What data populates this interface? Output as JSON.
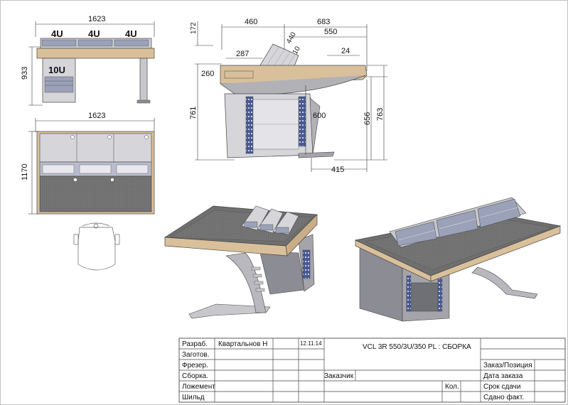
{
  "front_view": {
    "width_label": "1623",
    "height_label": "933",
    "module_labels": [
      "4U",
      "4U",
      "4U"
    ],
    "pedestal_label": "10U"
  },
  "top_view": {
    "width_label": "1623",
    "depth_label": "1170"
  },
  "side_view": {
    "dims": {
      "d460": "460",
      "d683": "683",
      "d172": "172",
      "d440": "440",
      "d550": "550",
      "d310": "310",
      "d287": "287",
      "d24": "24",
      "d260": "260",
      "d761": "761",
      "d600": "600",
      "d656": "656",
      "d763": "763",
      "d415": "415"
    }
  },
  "title_block": {
    "left_labels": [
      "Разраб.",
      "Заготов.",
      "Фрезер.",
      "Сборка.",
      "Ложемент",
      "Шильд"
    ],
    "developer": "Квартальнов Н",
    "date": "12.11.14",
    "title": "VCL 3R 550/3U/350 PL : СБОРКА",
    "customer_label": "Заказчик",
    "qty_label": "Кол.",
    "right_labels": [
      "Заказ/Позиция",
      "Дата заказа",
      "Срок сдачи",
      "Сдано факт."
    ]
  },
  "colors": {
    "wood": "#d9c09a",
    "metal": "#c8c8cc",
    "metal_dark": "#8c8c94",
    "surface": "#7a7a7a",
    "rack_blue": "#4a5a90"
  }
}
